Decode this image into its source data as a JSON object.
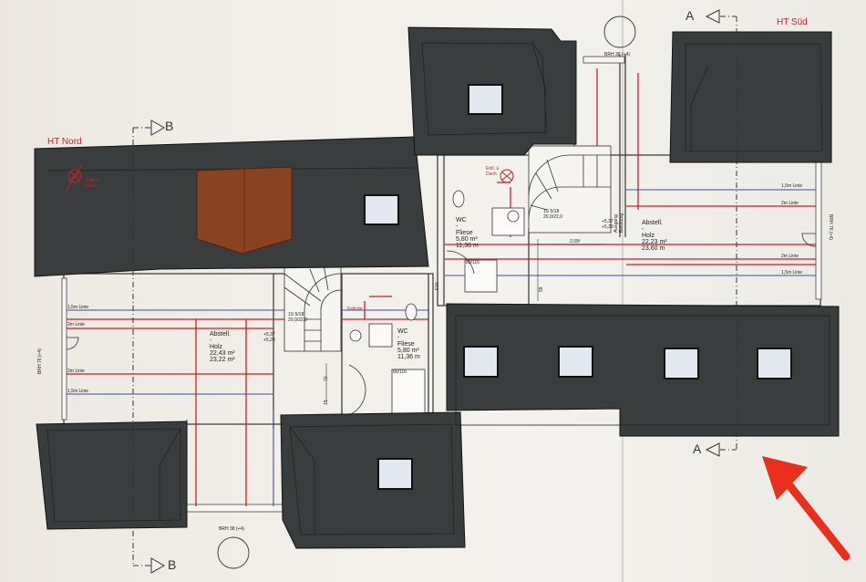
{
  "labels": {
    "ht_nord": "HT Nord",
    "ht_sud": "HT Süd",
    "section_a": "A",
    "section_b": "B",
    "brh_top": "BRH 38 (+4)",
    "brh_bottom": "BRH 38 (+4)",
    "brh_left": "BRH 76 (+4)",
    "brh_right": "BRH 76 (+4)",
    "p30": "F30",
    "dim_209": "2.09²",
    "dim_59": "59",
    "dim_70": "70",
    "dim_15": "15",
    "vent_left": "Entl. ü.\nDach",
    "vent_right": "Entl. ü.\nDach",
    "fallrohr": "Fallrohr",
    "ausgang": "Ausgang\nBelüftung",
    "stair_left": "1S 5/18\n20,0/22,0",
    "stair_right": "1S 5/18\n20,0/22,0",
    "level_left": "+5,37\n+5,29",
    "level_right": "+5,37\n+5,29",
    "sink_left": "80/116",
    "sink_right": "80/116"
  },
  "line_labels": {
    "l15": "1,5m Linie",
    "l2": "2m Linie"
  },
  "rooms": [
    {
      "id": "abstell-left",
      "name": "Abstell.",
      "sep": "-",
      "floor": "Holz",
      "area1": "22,43 m²",
      "area2": "23,22 m²"
    },
    {
      "id": "wc-left",
      "name": "WC",
      "sep": "-",
      "floor": "Fliese",
      "area1": "5,80 m²",
      "area2": "11,36 m"
    },
    {
      "id": "wc-right",
      "name": "WC",
      "sep": "-",
      "floor": "Fliese",
      "area1": "5,80 m²",
      "area2": "11,36 m"
    },
    {
      "id": "abstell-right",
      "name": "Abstell.",
      "sep": "-",
      "floor": "Holz",
      "area1": "22,23 m²",
      "area2": "23,60 m"
    }
  ],
  "colors": {
    "roof": "#3a3d3e",
    "roof_dark": "#2b2e30",
    "chimney": "#8a4322",
    "heating_red": "#c8202a",
    "blue_line": "#3c4f9a",
    "arrow": "#e8301c"
  }
}
